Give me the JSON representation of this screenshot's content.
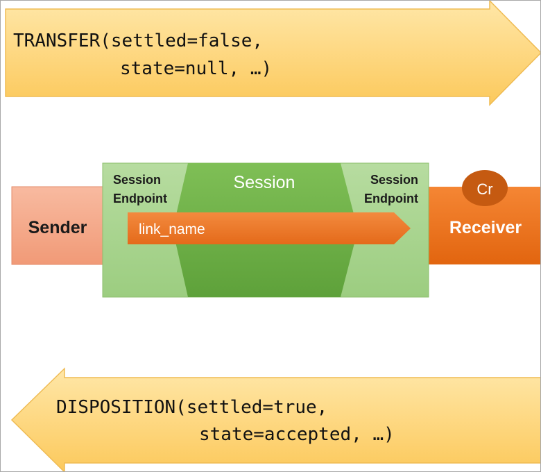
{
  "transfer": {
    "line1": "TRANSFER(settled=false,",
    "line2": "state=null, …)"
  },
  "disposition": {
    "line1": "DISPOSITION(settled=true,",
    "line2": "state=accepted, …)"
  },
  "sender": {
    "label": "Sender"
  },
  "receiver": {
    "label": "Receiver",
    "badge": "Cr"
  },
  "session": {
    "label": "Session",
    "left_endpoint_line1": "Session",
    "left_endpoint_line2": "Endpoint",
    "right_endpoint_line1": "Session",
    "right_endpoint_line2": "Endpoint"
  },
  "link": {
    "label": "link_name"
  },
  "colors": {
    "arrow_fill": "#fdd57a",
    "arrow_stroke": "#f2bf55",
    "sender_fill": "#f5ab8c",
    "receiver_fill": "#ed7320",
    "badge_fill": "#c55a11",
    "session_light": "#a9d18e",
    "session_dark": "#70ad47",
    "link_fill": "#ee7a2c"
  }
}
